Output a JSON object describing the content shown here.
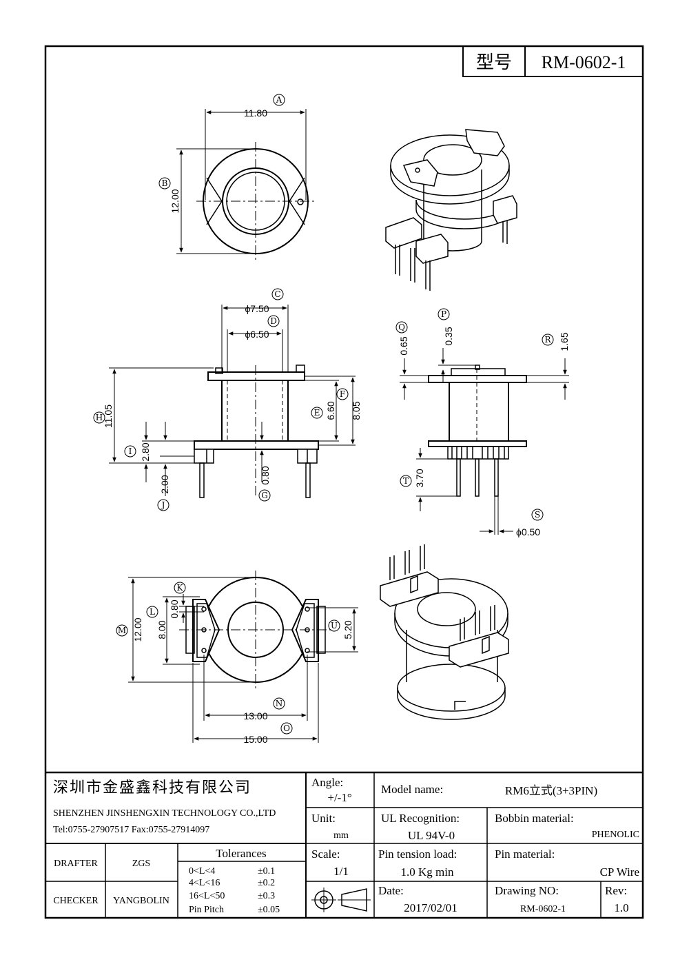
{
  "model_box": {
    "label": "型号",
    "value": "RM-0602-1"
  },
  "top_view": {
    "width": "11.80",
    "height": "12.00",
    "label_a": "A",
    "label_b": "B"
  },
  "side_view": {
    "od": "ϕ7.50",
    "id": "ϕ6.50",
    "h_total": "11.05",
    "h_f": "8.05",
    "h_e": "6.60",
    "h_i": "2.80",
    "h_j": "2.00",
    "h_g": "0.80",
    "label_c": "C",
    "label_d": "D",
    "label_h": "H",
    "label_f": "F",
    "label_e": "E",
    "label_i": "I",
    "label_j": "J",
    "label_g": "G"
  },
  "right_view": {
    "q": "0.65",
    "p": "0.35",
    "r": "1.65",
    "t": "3.70",
    "s": "ϕ0.50",
    "label_q": "Q",
    "label_p": "P",
    "label_r": "R",
    "label_t": "T",
    "label_s": "S"
  },
  "bottom_view": {
    "m": "12.00",
    "l": "8.00",
    "k": "0.80",
    "u": "5.20",
    "n": "13.00",
    "o": "15.00",
    "label_m": "M",
    "label_l": "L",
    "label_k": "K",
    "label_u": "U",
    "label_n": "N",
    "label_o": "O"
  },
  "title_block": {
    "company_cn": "深圳市金盛鑫科技有限公司",
    "company_en": "SHENZHEN JINSHENGXIN TECHNOLOGY CO.,LTD",
    "tel_fax": "Tel:0755-27907517  Fax:0755-27914097",
    "angle_label": "Angle:",
    "angle_value": "+/-1°",
    "unit_label": "Unit:",
    "unit_value": "mm",
    "scale_label": "Scale:",
    "scale_value": "1/1",
    "model_name_label": "Model name:",
    "model_name_value": "RM6立式(3+3PIN)",
    "ul_label": "UL Recognition:",
    "ul_value": "UL 94V-0",
    "bobbin_label": "Bobbin material:",
    "bobbin_value": "PHENOLIC",
    "pin_tension_label": "Pin tension load:",
    "pin_tension_value": "1.0 Kg min",
    "pin_material_label": "Pin material:",
    "pin_material_value": "CP Wire",
    "date_label": "Date:",
    "date_value": "2017/02/01",
    "drawing_no_label": "Drawing NO:",
    "drawing_no_value": "RM-0602-1",
    "rev_label": "Rev:",
    "rev_value": "1.0",
    "drafter_label": "DRAFTER",
    "drafter_value": "ZGS",
    "checker_label": "CHECKER",
    "checker_value": "YANGBOLIN",
    "tolerances_title": "Tolerances",
    "tolerances": [
      {
        "range": "0<L<4",
        "value": "±0.1"
      },
      {
        "range": "4<L<16",
        "value": "±0.2"
      },
      {
        "range": "16<L<50",
        "value": "±0.3"
      },
      {
        "range": "Pin Pitch",
        "value": "±0.05"
      }
    ]
  }
}
